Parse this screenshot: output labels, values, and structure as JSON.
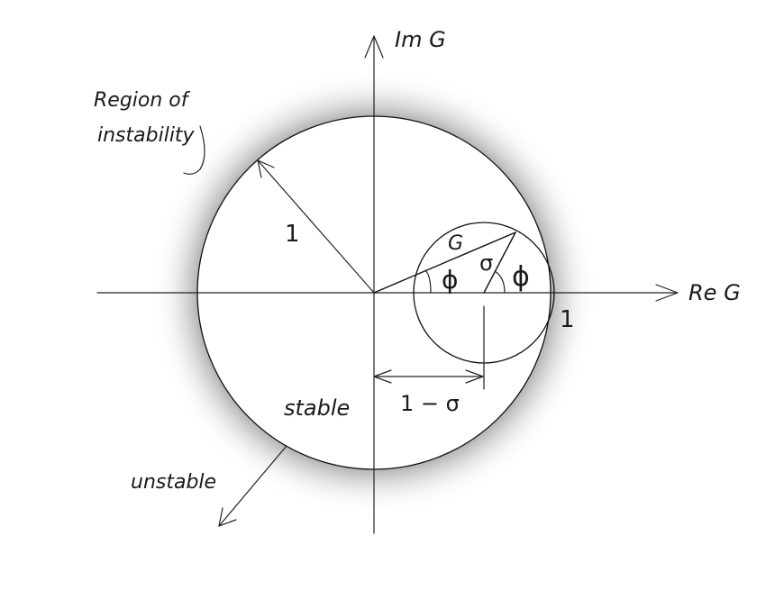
{
  "axes": {
    "imaginary_label": "Im G",
    "real_label": "Re G"
  },
  "labels": {
    "region_title_line1": "Region of",
    "region_title_line2": "instability",
    "unit_radius": "1",
    "unit_point": "1",
    "g_label": "G",
    "phi_left": "ϕ",
    "sigma_label": "σ",
    "phi_right": "ϕ",
    "one_minus_sigma": "1 − σ",
    "stable": "stable",
    "unstable": "unstable"
  }
}
